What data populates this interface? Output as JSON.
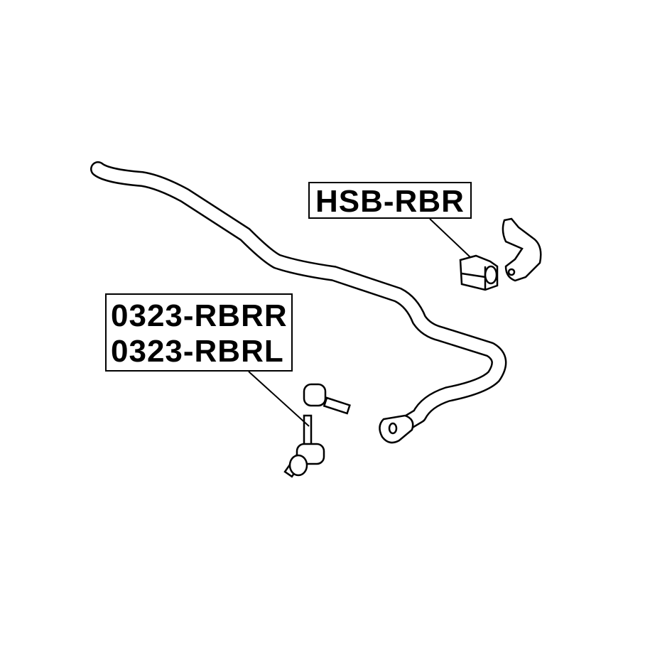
{
  "labels": {
    "bushing_part": "HSB-RBR",
    "link_part_right": "0323-RBRR",
    "link_part_left": "0323-RBRL"
  }
}
